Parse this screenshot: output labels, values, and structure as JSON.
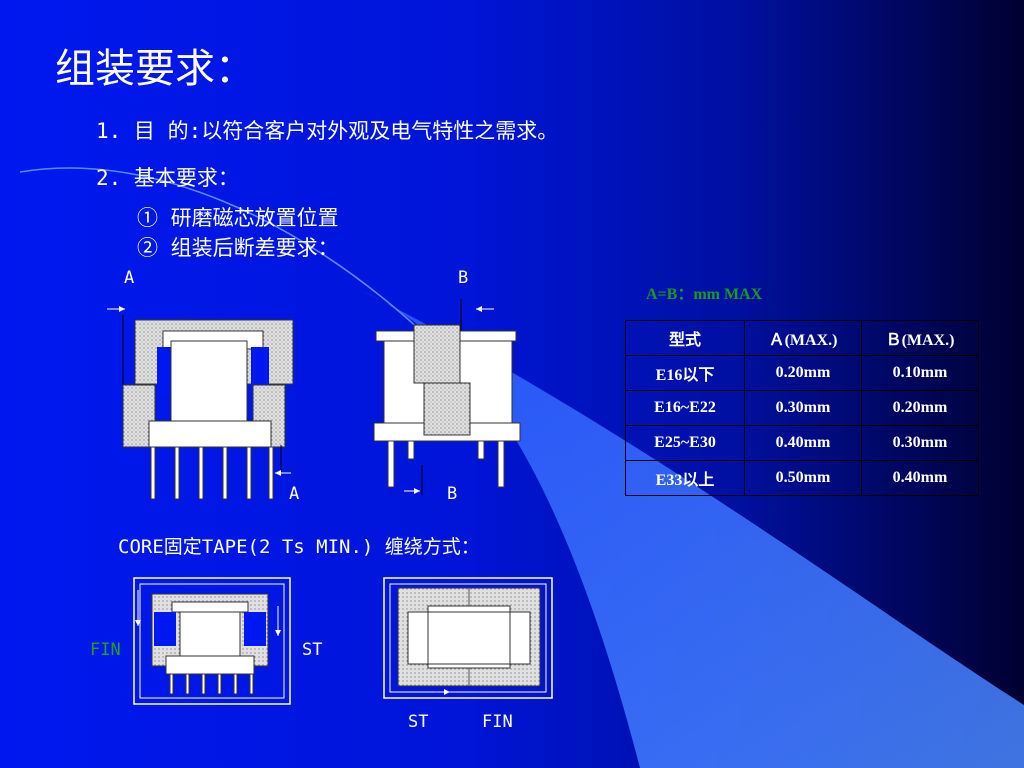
{
  "slide": {
    "title": "组装要求：",
    "item1": "1. 目 的:以符合客户对外观及电气特性之需求。",
    "item2": "2. 基本要求：",
    "sub1": "① 研磨磁芯放置位置",
    "sub2": "② 组装后断差要求：",
    "tape_heading": "CORE固定TAPE(2 Ts MIN.) 缠绕方式："
  },
  "figure_labels": {
    "a_top": "A",
    "b_top": "B",
    "a_bottom": "A",
    "b_bottom": "B",
    "fin_left": "FIN",
    "st_right": "ST",
    "st_bottom": "ST",
    "fin_bottom": "FIN"
  },
  "spec": {
    "note": "A=B：mm MAX",
    "headers": [
      "型式",
      "Ａ(MAX.)",
      "Ｂ(MAX.)"
    ],
    "rows": [
      [
        "E16以下",
        "0.20mm",
        "0.10mm"
      ],
      [
        "E16~E22",
        "0.30mm",
        "0.20mm"
      ],
      [
        "E25~E30",
        "0.40mm",
        "0.30mm"
      ],
      [
        "E33以上",
        "0.50mm",
        "0.40mm"
      ]
    ]
  },
  "colors": {
    "background_left": "#0018f0",
    "background_right": "#000030",
    "text": "#ffffff",
    "label_green": "#22a020",
    "core_fill": "#d8d8d8",
    "bobbin_fill": "#ffffff",
    "accent_sweep": "#3a7dff"
  }
}
